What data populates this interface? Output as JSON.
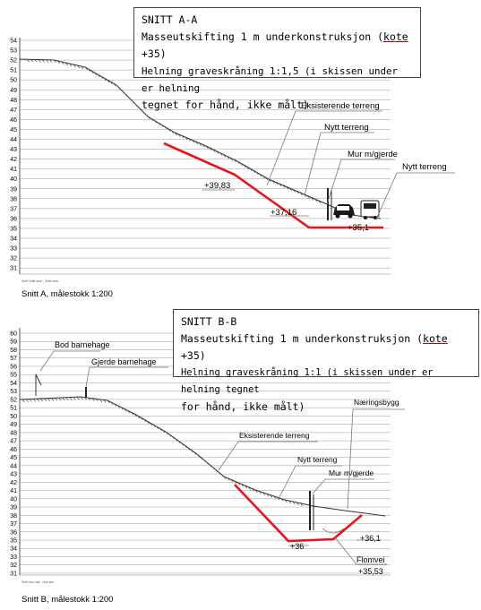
{
  "section_a": {
    "note": {
      "title": "SNITT A-A",
      "line1_pre": "Masseutskifting 1 m underkonstruksjon (",
      "line1_u": "kote",
      "line1_post": " +35)",
      "line2": "Helning graveskråning 1:1,5 (i skissen under er helning",
      "line3": "tegnet for hånd, ikke målt)"
    },
    "axis_labels": [
      "54",
      "53",
      "52",
      "51",
      "50",
      "49",
      "48",
      "47",
      "46",
      "45",
      "44",
      "43",
      "42",
      "41",
      "40",
      "39",
      "38",
      "37",
      "36",
      "35",
      "34",
      "33",
      "32",
      "31"
    ],
    "labels": {
      "eksisterende": "Eksisterende terreng",
      "nytt1": "Nytt terreng",
      "mur": "Mur m/gjerde",
      "nytt2": "Nytt terreng"
    },
    "elevations": {
      "e1": "+39,83",
      "e2": "+37,16",
      "e3": "+35,1"
    },
    "tiny": "Snitt Snitt vest - Snitt vest",
    "caption": "Snitt A, målestokk 1:200"
  },
  "section_b": {
    "note": {
      "title": "SNITT B-B",
      "line1_pre": "Masseutskifting 1 m underkonstruksjon (",
      "line1_u": "kote",
      "line1_post": " +35)",
      "line2": "Helning graveskråning 1:1 (i skissen under er helning tegnet",
      "line3": "for hånd, ikke målt)"
    },
    "axis_labels": [
      "60",
      "59",
      "58",
      "57",
      "56",
      "55",
      "54",
      "53",
      "52",
      "51",
      "50",
      "49",
      "48",
      "47",
      "46",
      "45",
      "44",
      "43",
      "42",
      "41",
      "40",
      "39",
      "38",
      "37",
      "36",
      "35",
      "34",
      "33",
      "32",
      "31"
    ],
    "labels": {
      "bod": "Bod barnehage",
      "gjerde": "Gjerde barnehage",
      "naering": "Næringsbygg",
      "eksisterende": "Eksisterende terreng",
      "nytt": "Nytt terreng",
      "mur": "Mur m/gjerde",
      "flomvei": "Flomvei"
    },
    "elevations": {
      "e1": "+36",
      "e2": "+36,1",
      "e3": "+35,53"
    },
    "tiny": "Snitt mur øst - mur øst",
    "caption": "Snitt B, målestokk 1:200"
  },
  "colors": {
    "excavation": "#e8141b",
    "grid": "#9a9a9a",
    "terrain": "#333333"
  }
}
